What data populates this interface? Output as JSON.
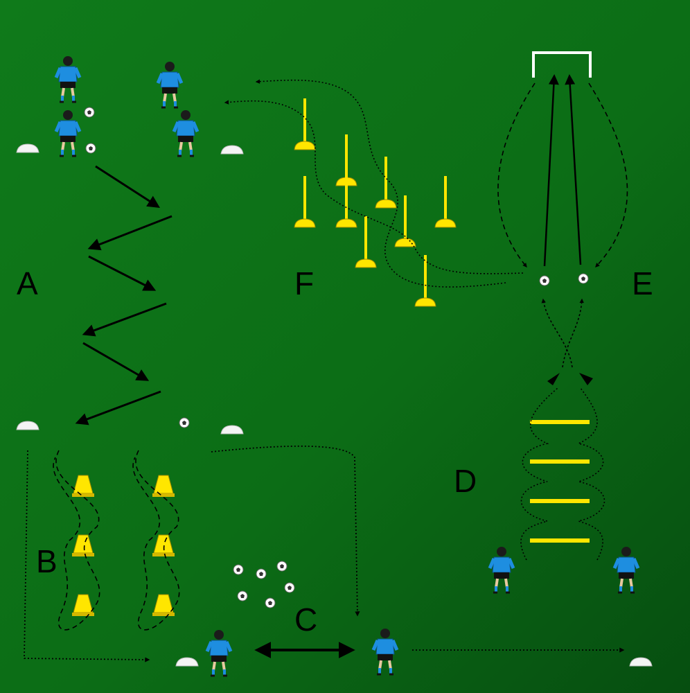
{
  "colors": {
    "pitch_dark": "#075a13",
    "pitch_mid": "#11821d",
    "player_shirt": "#1e8ee0",
    "player_shorts": "#111111",
    "cone_yellow": "#ffe600",
    "marker_white": "#f2f2f2",
    "arrow": "#000000"
  },
  "stations": {
    "a": "A",
    "b": "B",
    "c": "C",
    "d": "D",
    "e": "E",
    "f": "F"
  },
  "icons": {
    "player": "player-icon",
    "ball": "soccer-ball-icon",
    "cone": "cone-icon",
    "pole": "pole-icon",
    "disc": "disc-marker-icon",
    "goal": "goal-icon",
    "hurdle": "ladder-rung-icon"
  }
}
